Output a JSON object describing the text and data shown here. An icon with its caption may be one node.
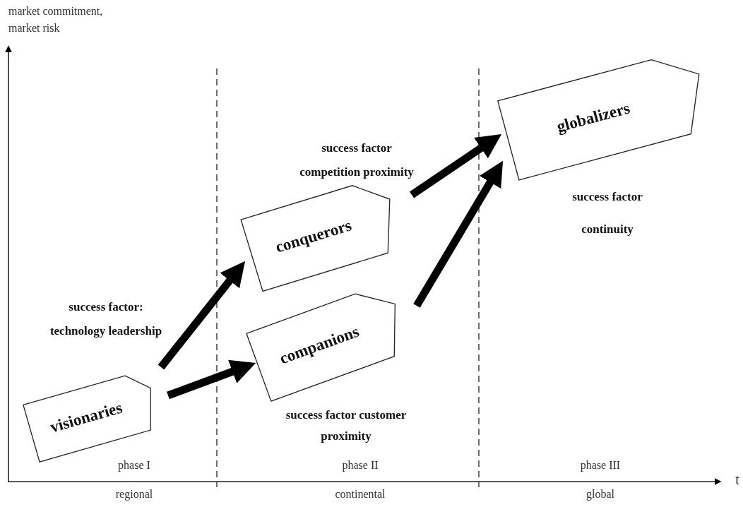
{
  "diagram": {
    "nodes": [
      {
        "text": [
          "visionaries"
        ]
      },
      {
        "text": [
          "conquerors"
        ]
      },
      {
        "text": [
          "companions"
        ]
      },
      {
        "text": [
          "globalizers"
        ]
      }
    ],
    "edges": [
      {
        "from": 0,
        "to": 1,
        "arrow": "to"
      },
      {
        "from": 0,
        "to": 2,
        "arrow": "to"
      },
      {
        "from": 1,
        "to": 3,
        "arrow": "to"
      },
      {
        "from": 2,
        "to": 3,
        "arrow": "to"
      }
    ],
    "labels": [
      "market commitment, market risk",
      "success factor competition proximity",
      "success factor continuity",
      "success factor: technology leadership",
      "success factor customer proximity",
      "phase I",
      "phase II",
      "phase III",
      "t",
      "regional",
      "continental",
      "global"
    ]
  }
}
